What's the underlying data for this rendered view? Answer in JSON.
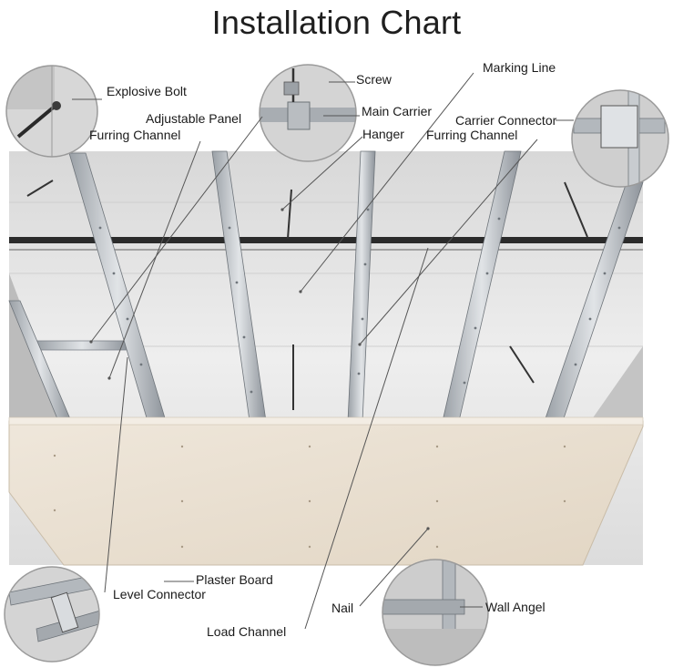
{
  "title": "Installation Chart",
  "labels": {
    "explosive_bolt": "Explosive Bolt",
    "adjustable_panel": "Adjustable Panel",
    "furring_channel_left": "Furring Channel",
    "screw": "Screw",
    "main_carrier": "Main Carrier",
    "hanger": "Hanger",
    "marking_line": "Marking Line",
    "carrier_connector": "Carrier Connector",
    "furring_channel_right": "Furring Channel",
    "plaster_board": "Plaster Board",
    "level_connector": "Level Connector",
    "nail": "Nail",
    "wall_angel": "Wall Angel",
    "load_channel": "Load Channel"
  },
  "colors": {
    "ceiling": "#e6e6e6",
    "board": "#ece3d6",
    "metal": "#b9bdc1",
    "carrier": "#2b2b2b",
    "leader": "#555555"
  }
}
